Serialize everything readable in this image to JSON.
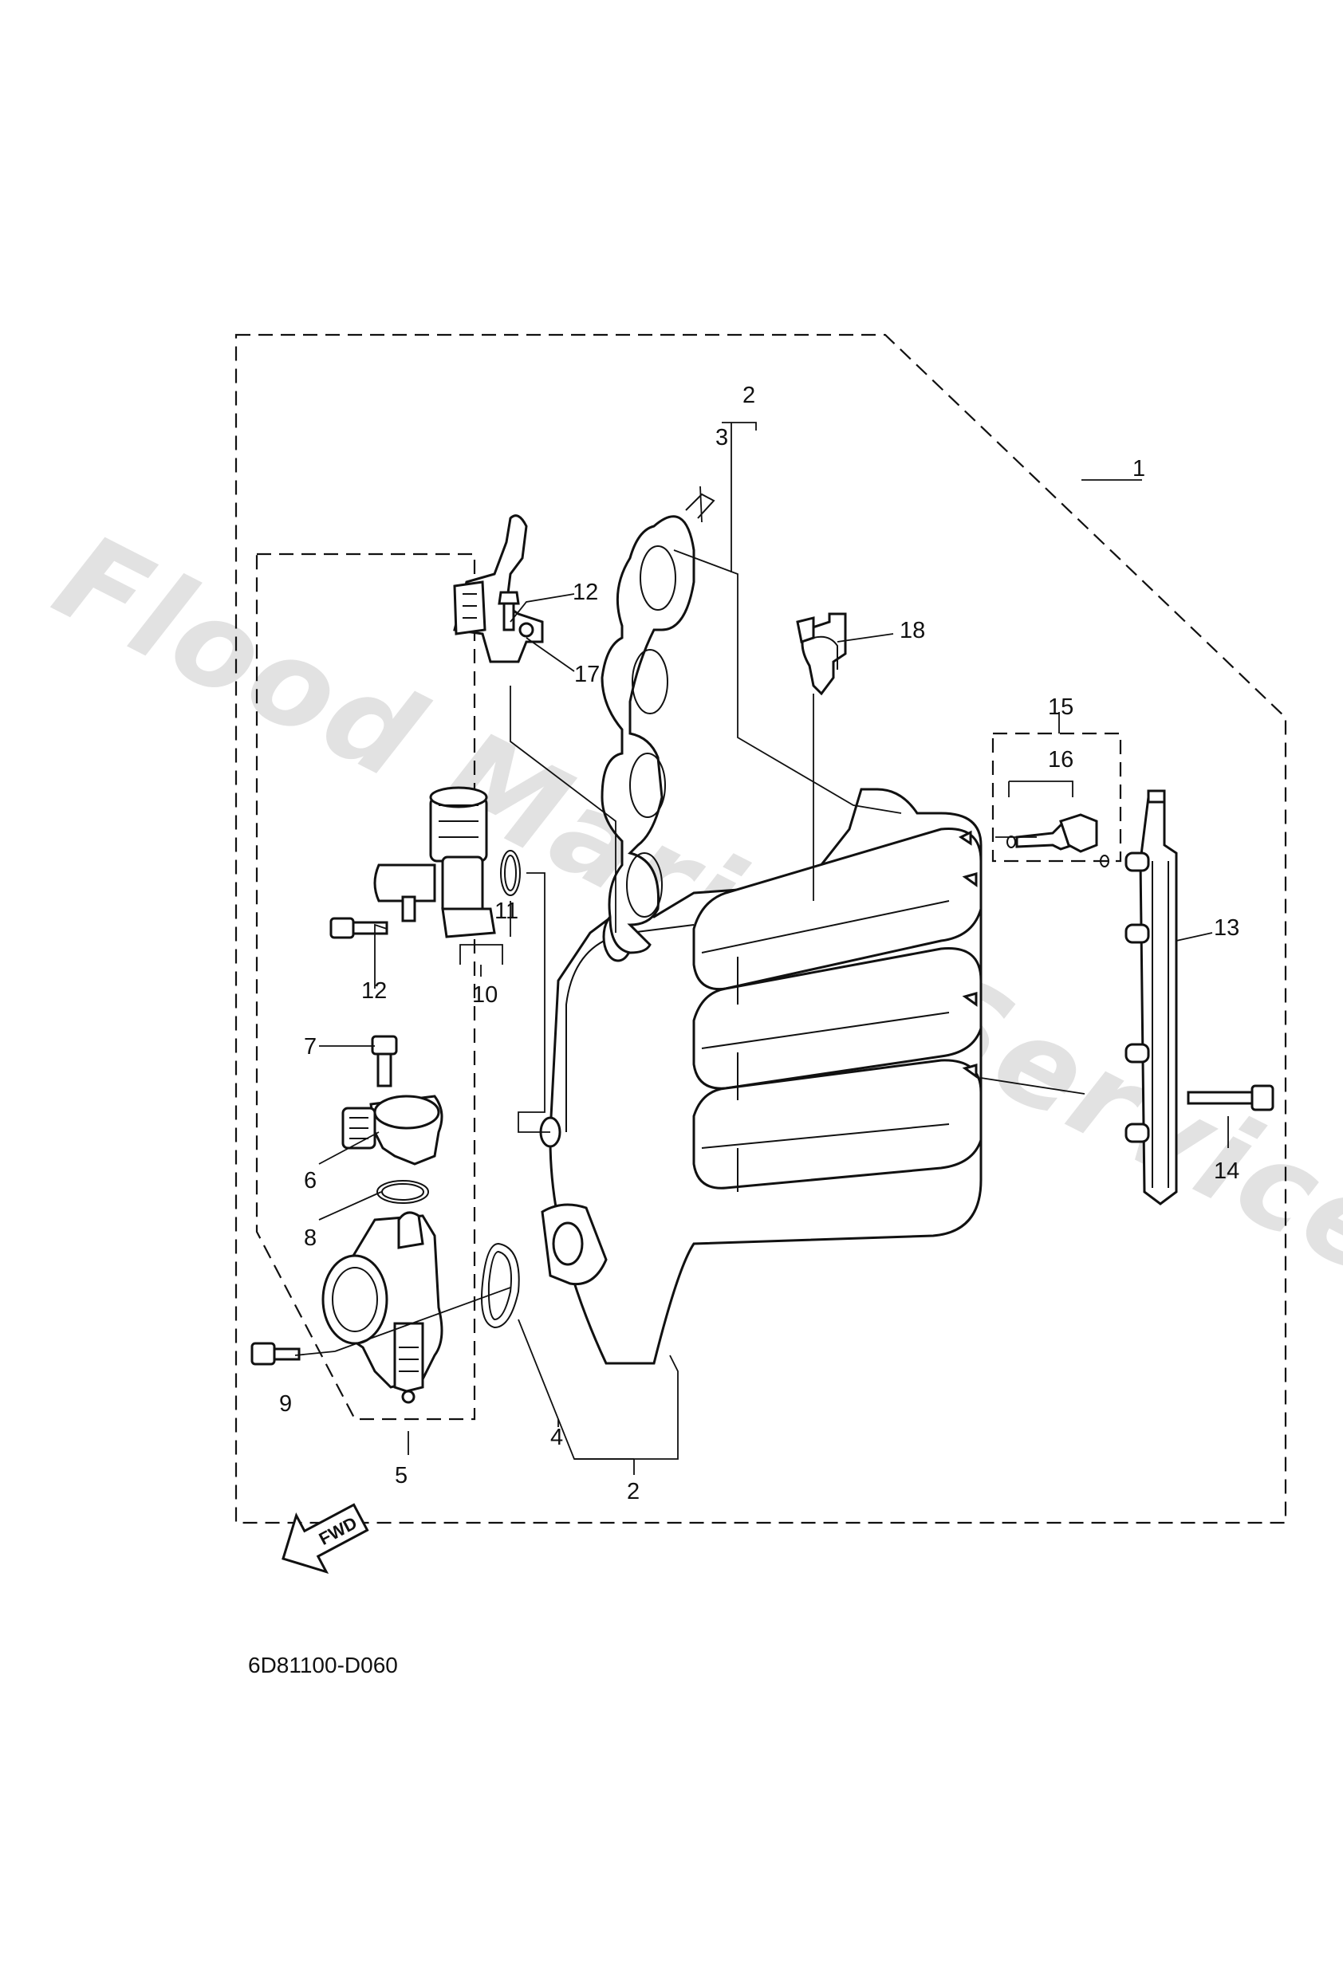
{
  "watermark": "Flood Marine Services",
  "drawing_code": "6D81100-D060",
  "fwd_arrow_text": "FWD",
  "callouts": {
    "c1": "1",
    "c2_top": "2",
    "c3": "3",
    "c12_top": "12",
    "c17": "17",
    "c18": "18",
    "c15": "15",
    "c16": "16",
    "c13": "13",
    "c11": "11",
    "c12_left": "12",
    "c10": "10",
    "c7": "7",
    "c6": "6",
    "c8": "8",
    "c9": "9",
    "c5": "5",
    "c4": "4",
    "c2_bottom": "2",
    "c14": "14"
  }
}
